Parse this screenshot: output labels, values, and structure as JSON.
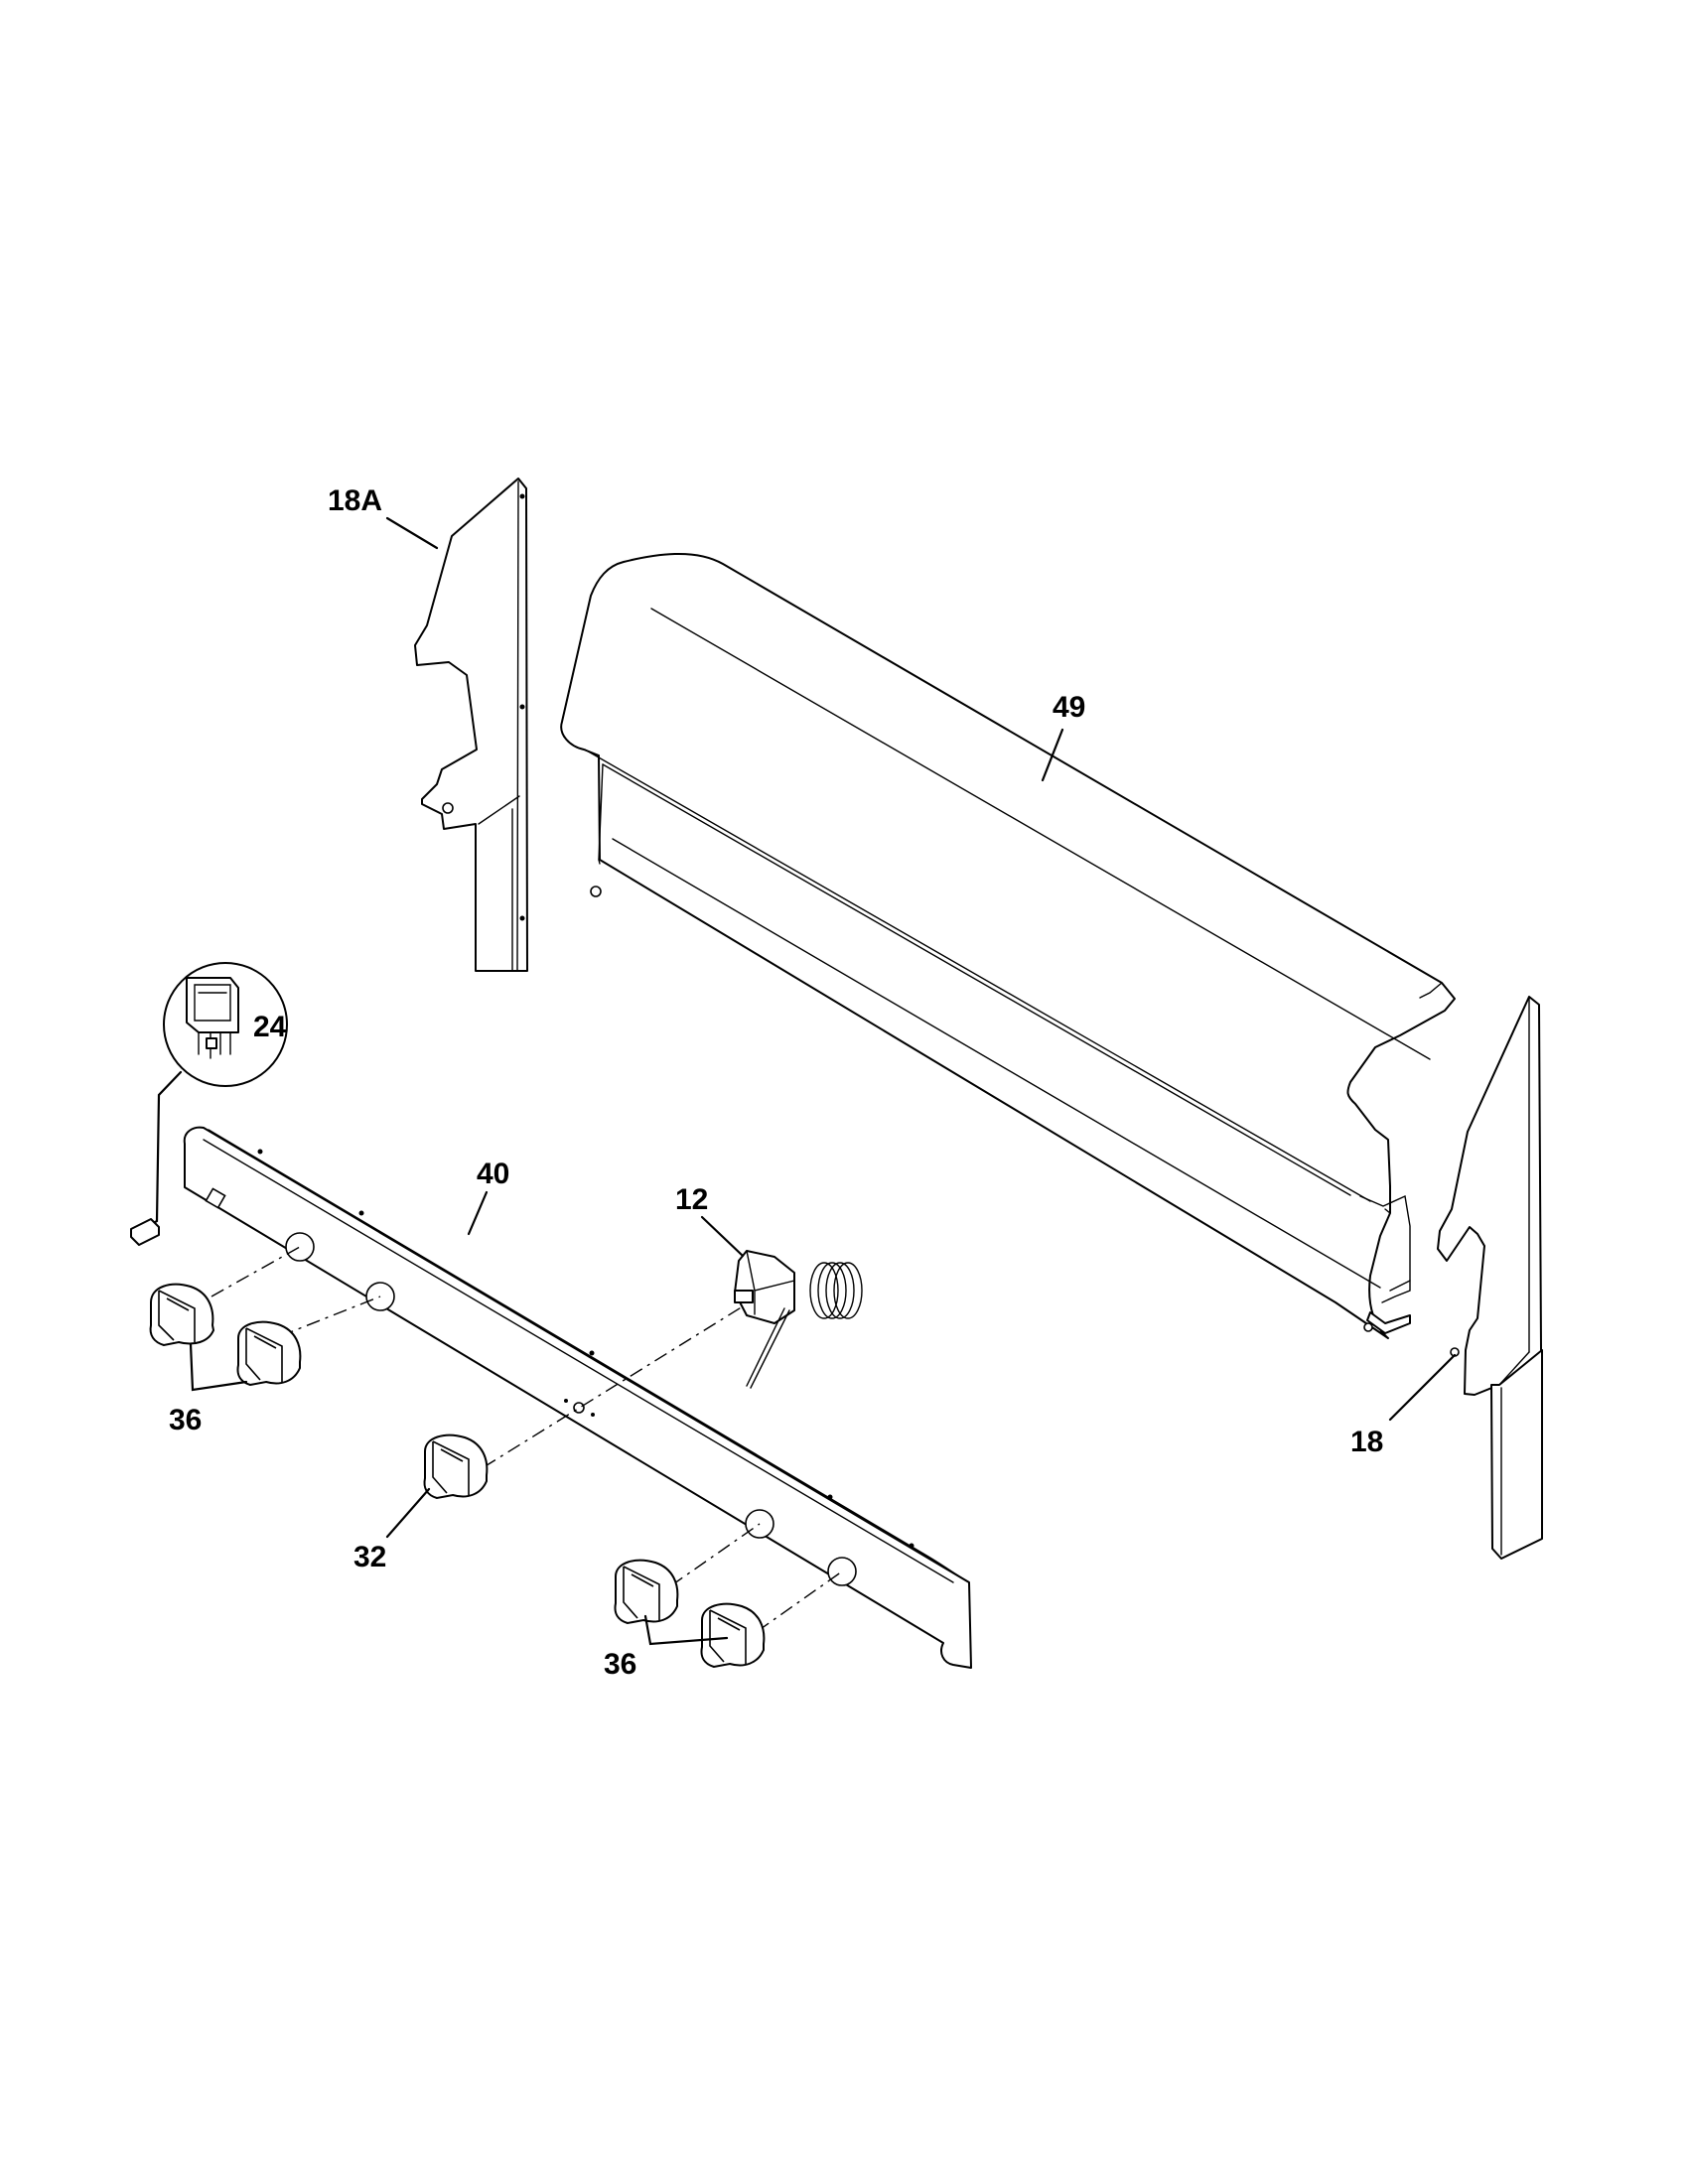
{
  "diagram": {
    "callouts": {
      "part_18A": "18A",
      "part_49": "49",
      "part_24": "24",
      "part_40": "40",
      "part_12": "12",
      "part_36_left": "36",
      "part_32": "32",
      "part_36_bottom": "36",
      "part_18": "18"
    },
    "colors": {
      "line": "#000000",
      "paper": "#ffffff"
    }
  }
}
